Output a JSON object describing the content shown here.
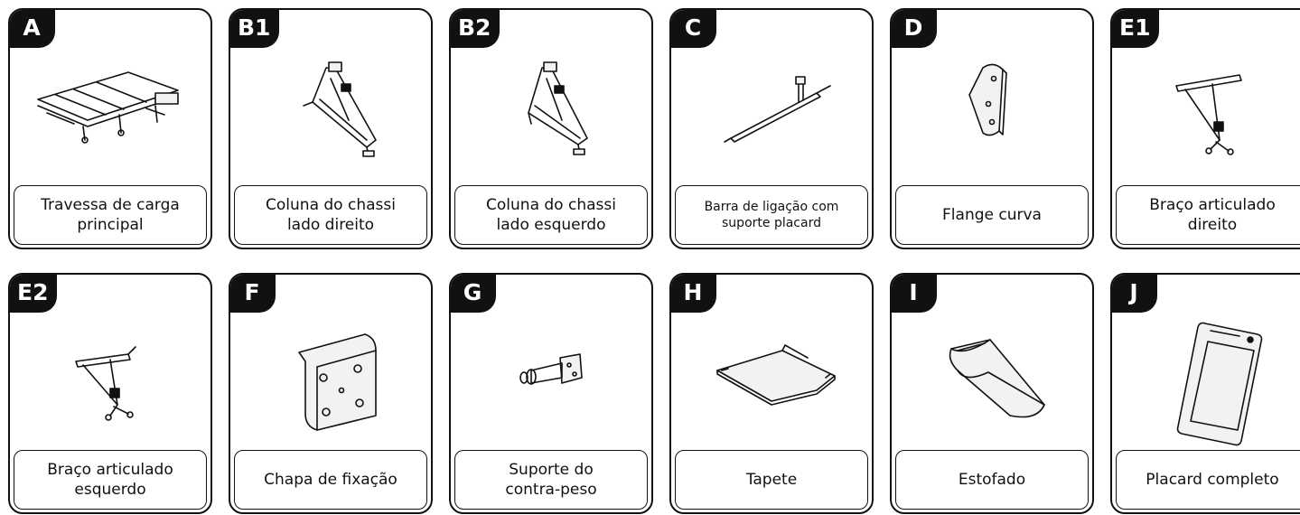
{
  "parts": [
    {
      "code": "A",
      "label": "Travessa de carga\nprincipal",
      "icon": "main-load-crossbar"
    },
    {
      "code": "B1",
      "label": "Coluna do chassi\nlado direito",
      "icon": "right-chassis-column"
    },
    {
      "code": "B2",
      "label": "Coluna do chassi\nlado esquerdo",
      "icon": "left-chassis-column"
    },
    {
      "code": "C",
      "label": "Barra de ligação com\nsuporte placard",
      "icon": "connecting-bar"
    },
    {
      "code": "D",
      "label": "Flange curva",
      "icon": "curved-flange"
    },
    {
      "code": "E1",
      "label": "Braço articulado\ndireito",
      "icon": "right-articulated-arm"
    },
    {
      "code": "E2",
      "label": "Braço articulado\nesquerdo",
      "icon": "left-articulated-arm"
    },
    {
      "code": "F",
      "label": "Chapa de fixação",
      "icon": "fixing-plate"
    },
    {
      "code": "G",
      "label": "Suporte do\ncontra-peso",
      "icon": "counterweight-support"
    },
    {
      "code": "H",
      "label": "Tapete",
      "icon": "mat"
    },
    {
      "code": "I",
      "label": "Estofado",
      "icon": "upholstery-pad"
    },
    {
      "code": "J",
      "label": "Placard completo",
      "icon": "complete-placard"
    }
  ]
}
